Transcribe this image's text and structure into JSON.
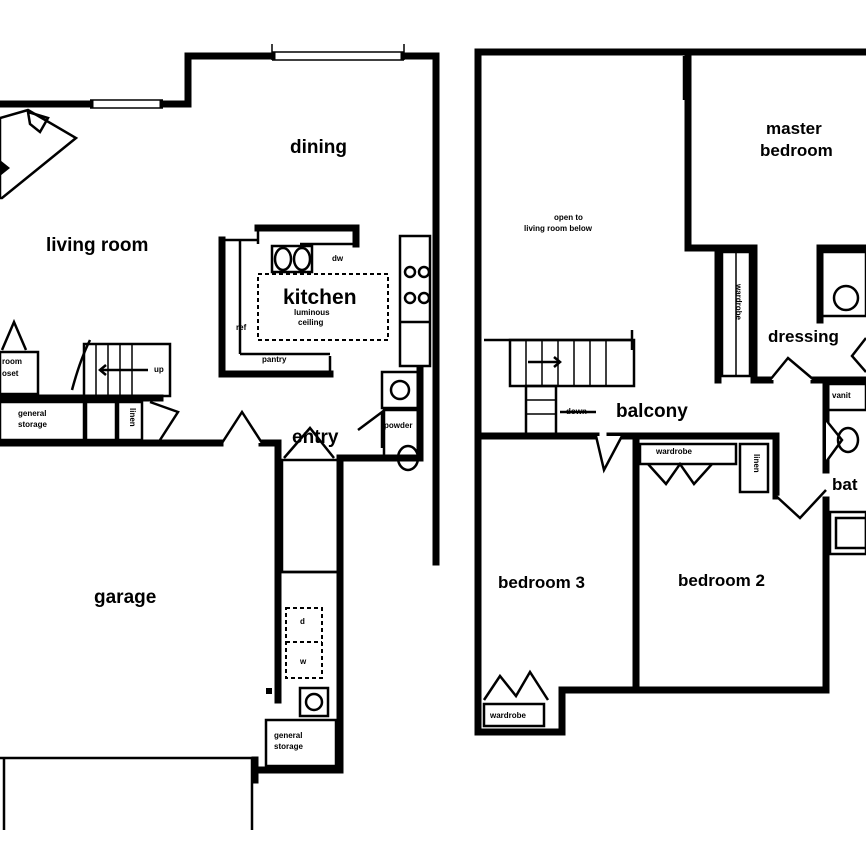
{
  "first_floor": {
    "dining": "dining",
    "living_room": "living room",
    "kitchen": "kitchen",
    "luminous_ceiling_1": "luminous",
    "luminous_ceiling_2": "ceiling",
    "dw": "dw",
    "ref": "ref",
    "pantry": "pantry",
    "room_fragment": "room",
    "closet_fragment": "oset",
    "up": "up",
    "general_storage_1": "general",
    "general_storage_2": "storage",
    "linen": "linen",
    "entry": "entry",
    "powder": "powder",
    "garage": "garage",
    "d": "d",
    "w": "w",
    "general_storage_b1": "general",
    "general_storage_b2": "storage"
  },
  "second_floor": {
    "master_bedroom_1": "master",
    "master_bedroom_2": "bedroom",
    "open_to_1": "open to",
    "open_to_2": "living room below",
    "wardrobe_vertical": "wardrobe",
    "dressing": "dressing",
    "down": "down",
    "balcony": "balcony",
    "wardrobe_2": "wardrobe",
    "linen": "linen",
    "bath_fragment": "bat",
    "vanity_fragment": "vanit",
    "bedroom_3": "bedroom 3",
    "bedroom_2": "bedroom 2",
    "wardrobe_3": "wardrobe"
  }
}
